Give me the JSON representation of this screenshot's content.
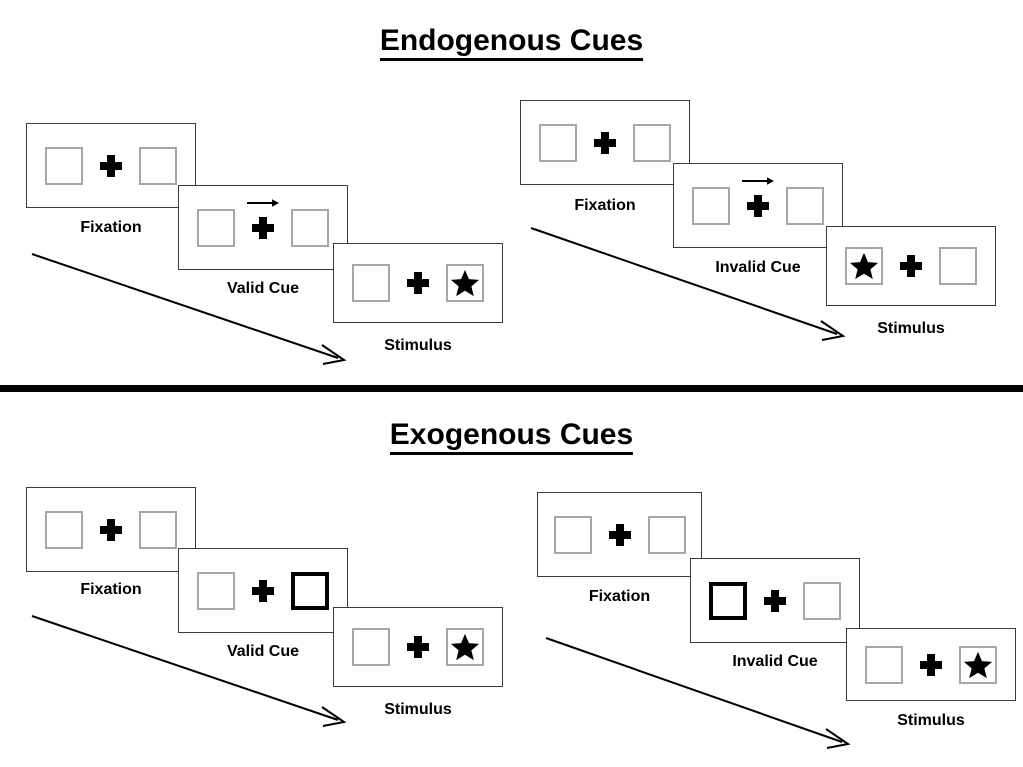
{
  "sections": [
    {
      "id": "endogenous",
      "title": "Endogenous Cues",
      "panels": [
        {
          "id": "endogenous-valid",
          "steps": [
            {
              "id": "fixation",
              "caption": "Fixation",
              "left_content": "empty",
              "right_content": "empty",
              "cue": "none",
              "left_cued": false,
              "right_cued": false
            },
            {
              "id": "valid-cue",
              "caption": "Valid Cue",
              "left_content": "empty",
              "right_content": "empty",
              "cue": "arrow-right",
              "left_cued": false,
              "right_cued": false
            },
            {
              "id": "stimulus",
              "caption": "Stimulus",
              "left_content": "empty",
              "right_content": "star",
              "cue": "none",
              "left_cued": false,
              "right_cued": false
            }
          ]
        },
        {
          "id": "endogenous-invalid",
          "steps": [
            {
              "id": "fixation",
              "caption": "Fixation",
              "left_content": "empty",
              "right_content": "empty",
              "cue": "none",
              "left_cued": false,
              "right_cued": false
            },
            {
              "id": "invalid-cue",
              "caption": "Invalid Cue",
              "left_content": "empty",
              "right_content": "empty",
              "cue": "arrow-right",
              "left_cued": false,
              "right_cued": false
            },
            {
              "id": "stimulus",
              "caption": "Stimulus",
              "left_content": "star",
              "right_content": "empty",
              "cue": "none",
              "left_cued": false,
              "right_cued": false
            }
          ]
        }
      ]
    },
    {
      "id": "exogenous",
      "title": "Exogenous Cues",
      "panels": [
        {
          "id": "exogenous-valid",
          "steps": [
            {
              "id": "fixation",
              "caption": "Fixation",
              "left_content": "empty",
              "right_content": "empty",
              "cue": "none",
              "left_cued": false,
              "right_cued": false
            },
            {
              "id": "valid-cue",
              "caption": "Valid Cue",
              "left_content": "empty",
              "right_content": "empty",
              "cue": "box-highlight-right",
              "left_cued": false,
              "right_cued": true
            },
            {
              "id": "stimulus",
              "caption": "Stimulus",
              "left_content": "empty",
              "right_content": "star",
              "cue": "none",
              "left_cued": false,
              "right_cued": false
            }
          ]
        },
        {
          "id": "exogenous-invalid",
          "steps": [
            {
              "id": "fixation",
              "caption": "Fixation",
              "left_content": "empty",
              "right_content": "empty",
              "cue": "none",
              "left_cued": false,
              "right_cued": false
            },
            {
              "id": "invalid-cue",
              "caption": "Invalid Cue",
              "left_content": "empty",
              "right_content": "empty",
              "cue": "box-highlight-left",
              "left_cued": true,
              "right_cued": false
            },
            {
              "id": "stimulus",
              "caption": "Stimulus",
              "left_content": "empty",
              "right_content": "star",
              "cue": "none",
              "left_cued": false,
              "right_cued": false
            }
          ]
        }
      ]
    }
  ],
  "colors": {
    "frame_border": "#3a3a3a",
    "box_border": "#a6a6a6",
    "cued_box_border": "#000000",
    "fixation_cross": "#000000",
    "star": "#000000",
    "divider": "#000000",
    "background": "#ffffff"
  },
  "icons": {
    "fixation_cross": "plus-icon",
    "cue_arrow": "arrow-right-icon",
    "stimulus": "star-icon",
    "flow": "diagonal-arrow-icon"
  }
}
